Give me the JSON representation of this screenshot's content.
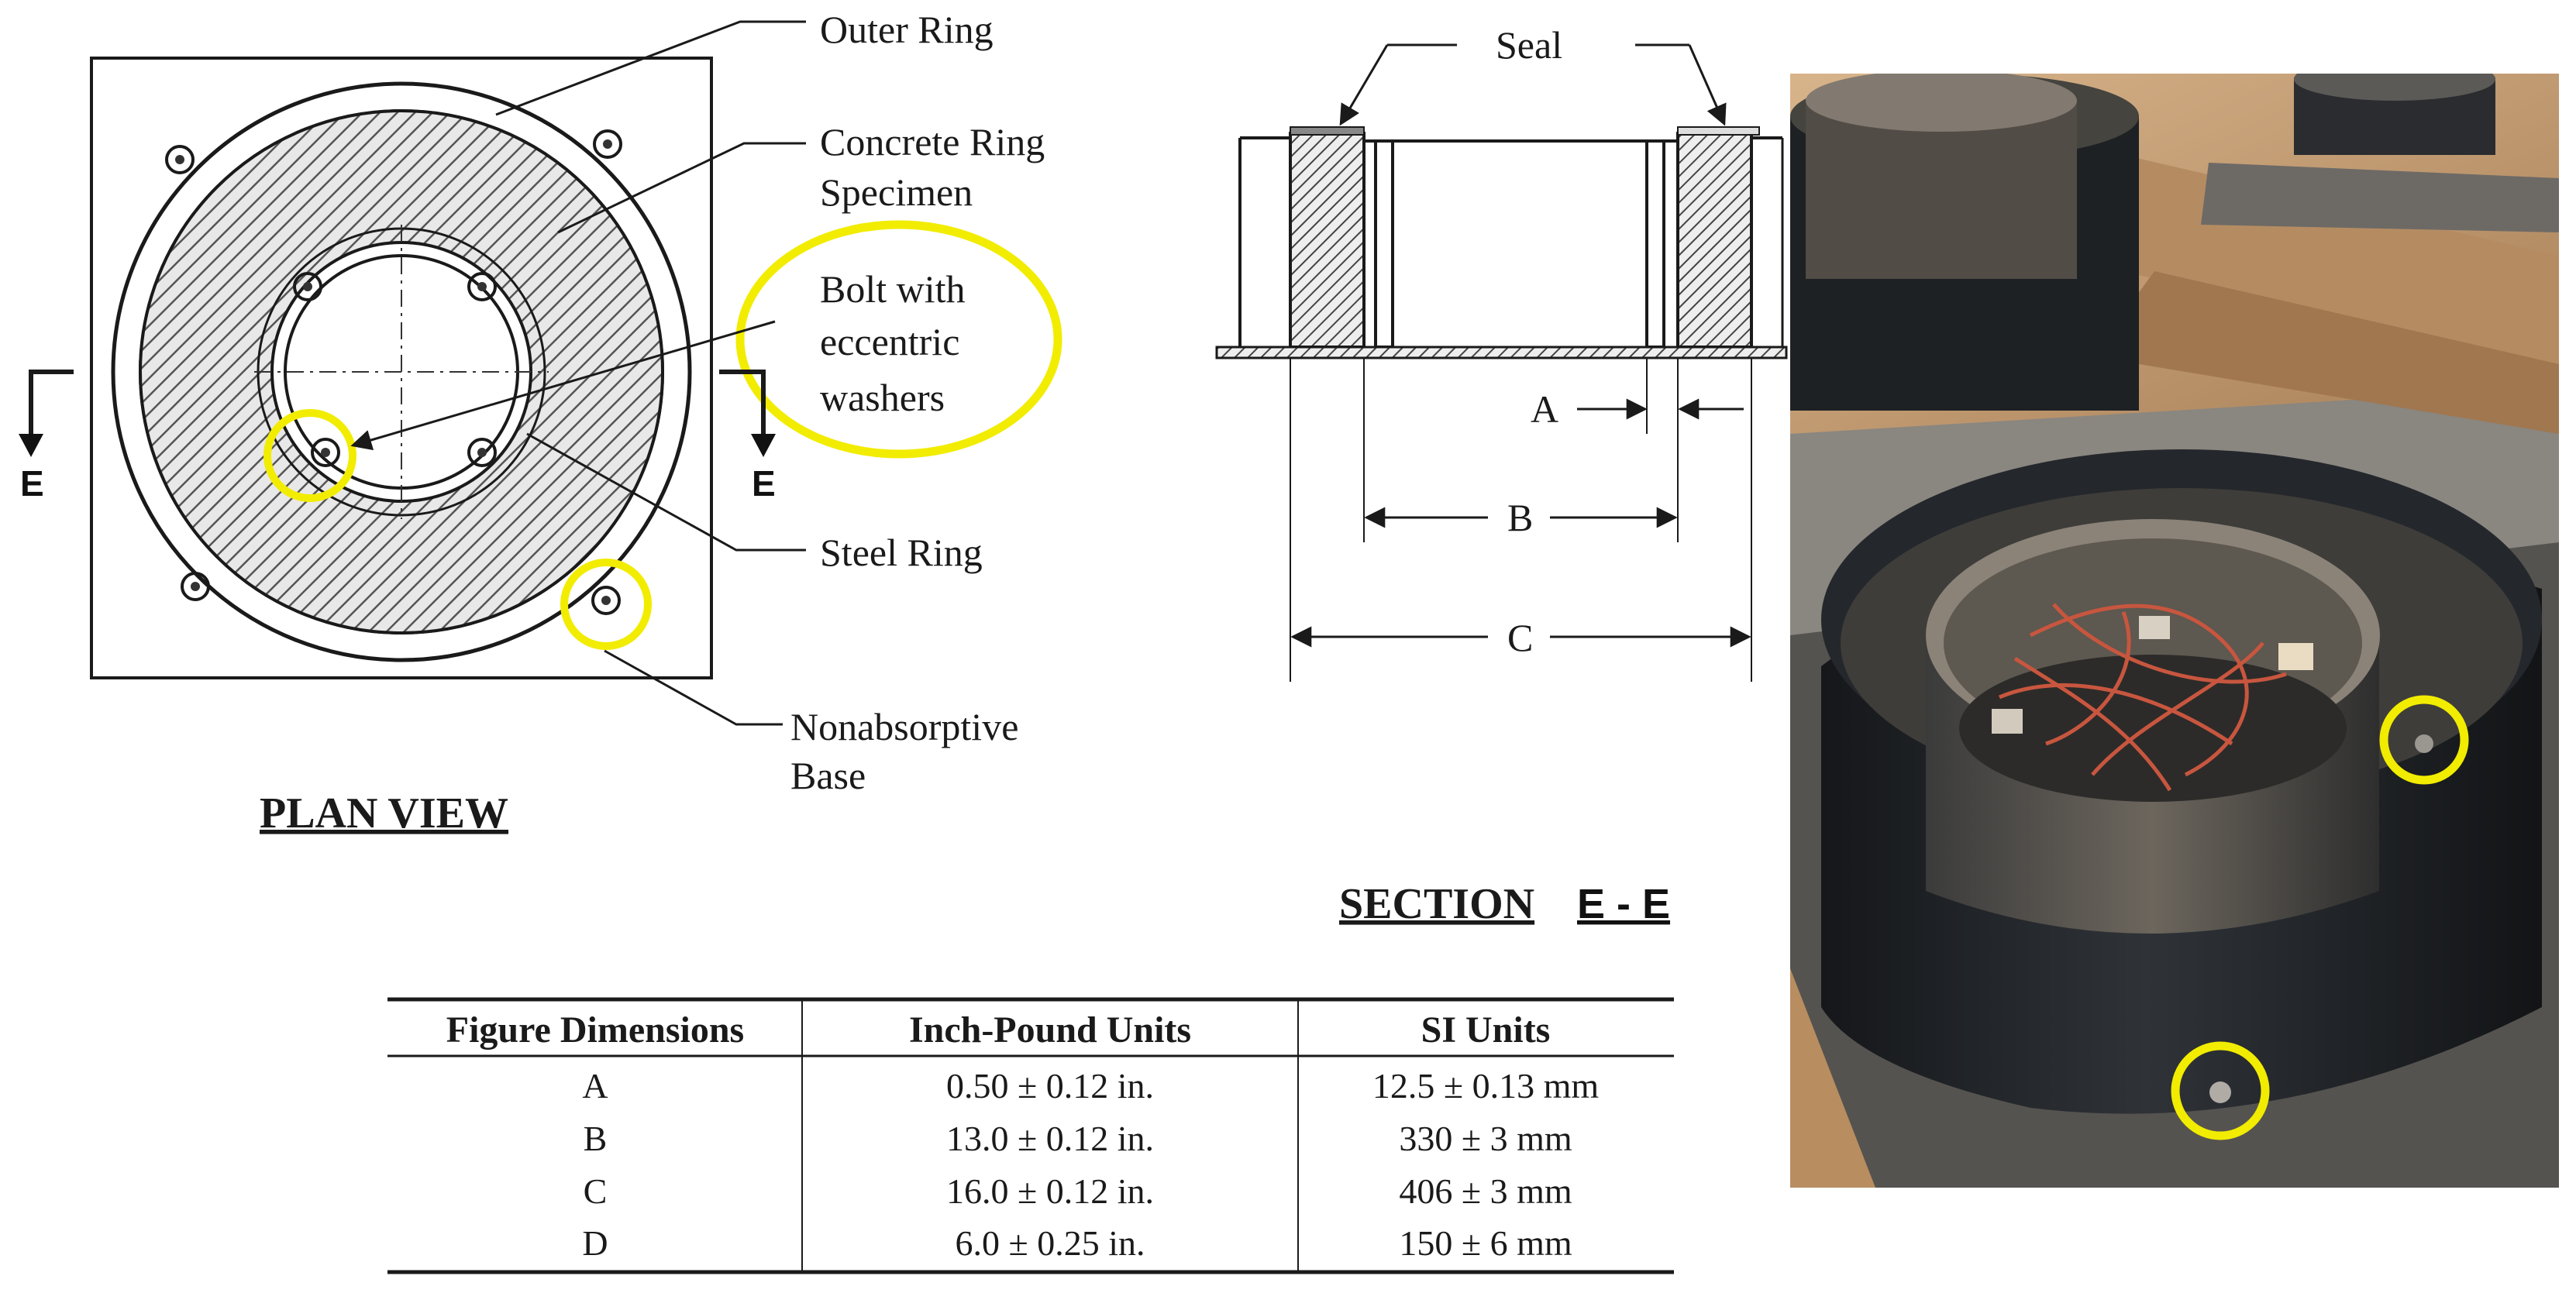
{
  "colors": {
    "highlight": "#f2ec00",
    "line": "#1a1a1a",
    "hatch": "#555555",
    "steel_dark": "#1f2226",
    "steel_inner": "#6a6258",
    "pallet": "#c9a27a",
    "wire": "#c8563f"
  },
  "plan_view": {
    "title": "PLAN VIEW",
    "labels": {
      "outer_ring": "Outer Ring",
      "concrete_ring_1": "Concrete Ring",
      "concrete_ring_2": "Specimen",
      "bolt_1": "Bolt with",
      "bolt_2": "eccentric",
      "bolt_3": "washers",
      "steel_ring": "Steel Ring",
      "base_1": "Nonabsorptive",
      "base_2": "Base"
    },
    "section_marker_left": "E",
    "section_marker_right": "E"
  },
  "section_view": {
    "title_word": "SECTION",
    "title_suffix": "E - E",
    "seal_label": "Seal",
    "dim_a": "A",
    "dim_b": "B",
    "dim_c": "C"
  },
  "table": {
    "headers": [
      "Figure Dimensions",
      "Inch-Pound Units",
      "SI Units"
    ],
    "rows": [
      [
        "A",
        "0.50 ± 0.12 in.",
        "12.5 ± 0.13 mm"
      ],
      [
        "B",
        "13.0 ± 0.12 in.",
        "330 ± 3 mm"
      ],
      [
        "C",
        "16.0 ± 0.12 in.",
        "406 ± 3 mm"
      ],
      [
        "D",
        "6.0 ± 0.25 in.",
        "150 ± 6 mm"
      ]
    ]
  },
  "photo": {
    "icons": [
      "bolt-highlight-icon",
      "bolt-highlight-icon"
    ]
  }
}
